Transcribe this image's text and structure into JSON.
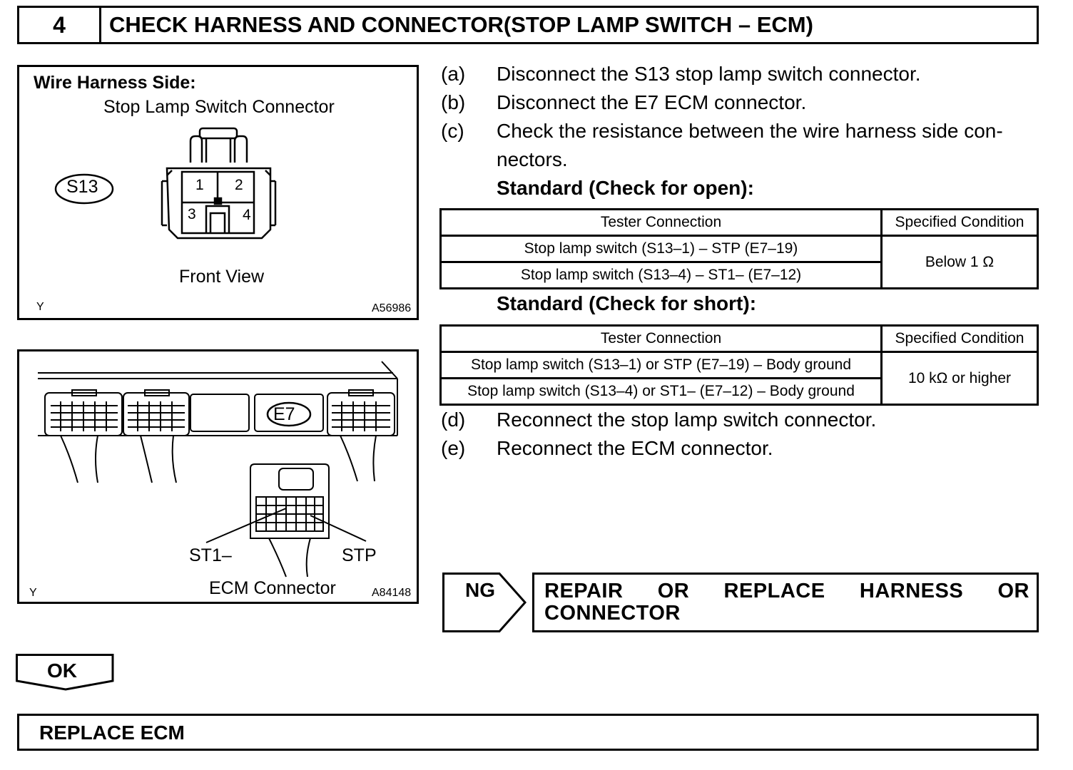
{
  "header": {
    "step_number": "4",
    "title": "CHECK HARNESS AND CONNECTOR(STOP LAMP SWITCH – ECM)"
  },
  "figure_top": {
    "heading": "Wire Harness Side:",
    "subheading": "Stop Lamp Switch Connector",
    "connector_id": "S13",
    "pins": [
      "1",
      "2",
      "3",
      "4"
    ],
    "view_label": "Front View",
    "corner_left": "Y",
    "corner_right": "A56986"
  },
  "figure_bottom": {
    "connector_id": "E7",
    "pin_left": "ST1–",
    "pin_right": "STP",
    "caption": "ECM Connector",
    "corner_left": "Y",
    "corner_right": "A84148"
  },
  "steps": [
    {
      "letter": "(a)",
      "text": "Disconnect the S13 stop lamp switch connector."
    },
    {
      "letter": "(b)",
      "text": "Disconnect the E7 ECM connector."
    },
    {
      "letter": "(c)",
      "text": "Check the resistance between the wire harness side con-",
      "text2": "nectors."
    },
    {
      "letter": "(d)",
      "text": "Reconnect the stop lamp switch connector."
    },
    {
      "letter": "(e)",
      "text": "Reconnect the ECM connector."
    }
  ],
  "standard_open": {
    "heading": "Standard (Check for open):",
    "col_connection": "Tester Connection",
    "col_condition": "Specified Condition",
    "rows": [
      "Stop lamp switch (S13–1) – STP (E7–19)",
      "Stop lamp switch (S13–4) – ST1– (E7–12)"
    ],
    "condition": "Below 1 Ω"
  },
  "standard_short": {
    "heading": "Standard (Check for short):",
    "col_connection": "Tester Connection",
    "col_condition": "Specified Condition",
    "rows": [
      "Stop lamp switch (S13–1) or STP (E7–19) – Body ground",
      "Stop lamp switch (S13–4) or ST1– (E7–12) – Body ground"
    ],
    "condition": "10 kΩ or higher"
  },
  "ng": {
    "label": "NG",
    "action": "REPAIR OR REPLACE HARNESS OR CONNECTOR"
  },
  "ok": {
    "label": "OK"
  },
  "final_action": "REPLACE ECM"
}
